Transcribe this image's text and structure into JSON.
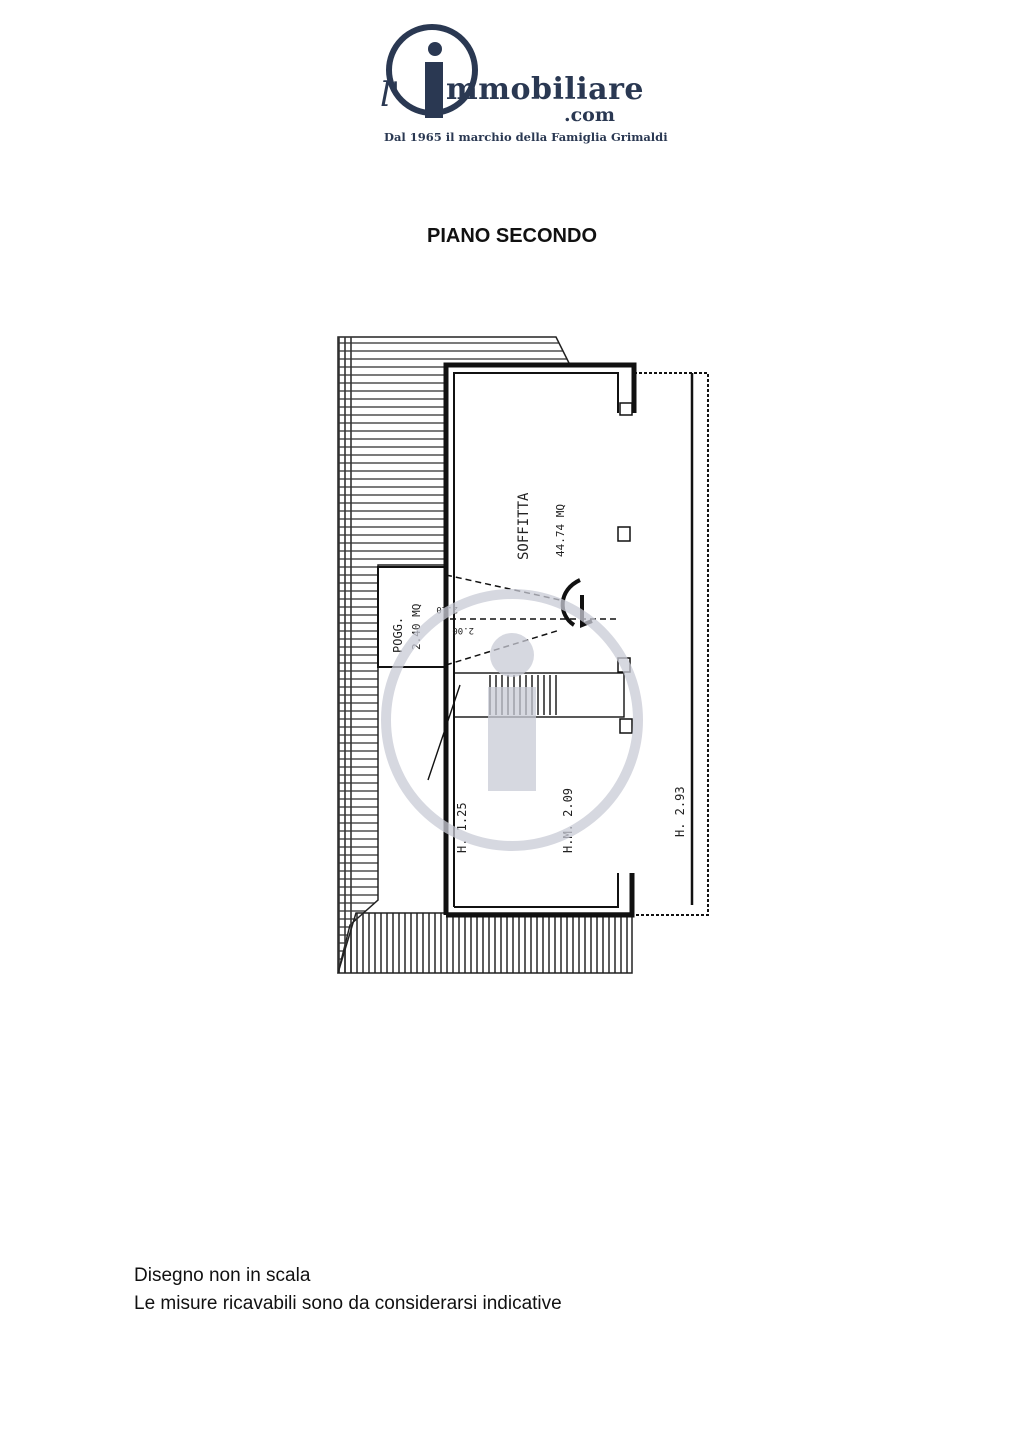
{
  "logo": {
    "prefix": "l'",
    "name": "mmobiliare",
    "domain": ".com",
    "tagline": "Dal 1965 il marchio della Famiglia Grimaldi",
    "color": "#2a3852"
  },
  "title": "PIANO SECONDO",
  "plan": {
    "room_main": "SOFFITTA",
    "room_main_area": "44.74 MQ",
    "room_balcony": "POGG.",
    "room_balcony_area": "2.40 MQ",
    "dim_1": "2.10",
    "dim_2": "2.00",
    "height_low": "H. 1.25",
    "height_mid": "H.M. 2.09",
    "height_high": "H. 2.93",
    "watermark_color": "#c9cbd6"
  },
  "notes": {
    "line1": "Disegno non in scala",
    "line2": "Le misure ricavabili sono da considerarsi indicative"
  }
}
